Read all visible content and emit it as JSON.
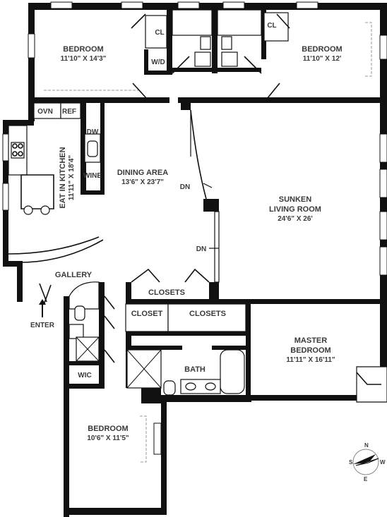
{
  "rooms": {
    "bedroom_nw": {
      "name": "BEDROOM",
      "dim": "11'10\" X 14'3\""
    },
    "bedroom_ne": {
      "name": "BEDROOM",
      "dim": "11'10\" X 12'"
    },
    "kitchen": {
      "name": "EAT IN KITCHEN",
      "dim": "11'11\" X 18'4\""
    },
    "dining": {
      "name": "DINING AREA",
      "dim": "13'6\" X 23'7\""
    },
    "living": {
      "name1": "SUNKEN",
      "name2": "LIVING ROOM",
      "dim": "24'6\" X 26'"
    },
    "master": {
      "name1": "MASTER",
      "name2": "BEDROOM",
      "dim": "11'11\" X 16'11\""
    },
    "bedroom_s": {
      "name": "BEDROOM",
      "dim": "10'6\" X 11'5\""
    }
  },
  "labels": {
    "cl_left": "CL",
    "cl_right": "CL",
    "wd": "W/D",
    "ovn": "OVN",
    "ref": "REF",
    "dw": "DW",
    "wine": "WINE",
    "dn_upper": "DN",
    "dn_lower": "DN",
    "gallery": "GALLERY",
    "closets_upper": "CLOSETS",
    "closet": "CLOSET",
    "closets_lower": "CLOSETS",
    "bath": "BATH",
    "wic": "WIC",
    "enter": "ENTER"
  },
  "compass": {
    "n": "N",
    "s": "S",
    "e": "E",
    "w": "W"
  }
}
